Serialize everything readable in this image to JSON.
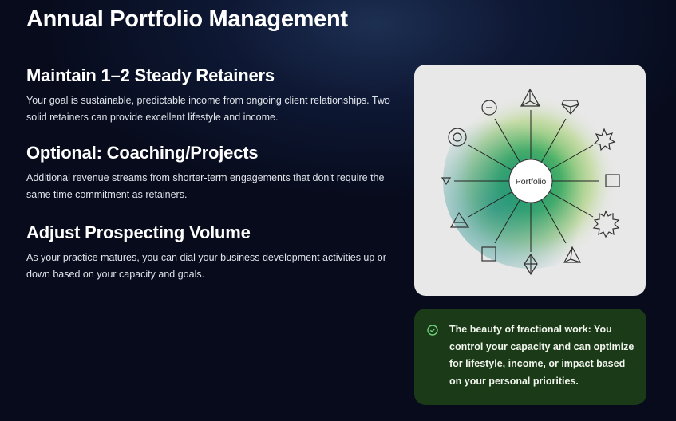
{
  "page_title": "Annual Portfolio Management",
  "sections": [
    {
      "title": "Maintain 1–2 Steady Retainers",
      "body": "Your goal is sustainable, predictable income from ongoing client relationships. Two solid retainers can provide excellent lifestyle and income."
    },
    {
      "title": "Optional: Coaching/Projects",
      "body": "Additional revenue streams from shorter-term engagements that don't require the same time commitment as retainers."
    },
    {
      "title": "Adjust Prospecting Volume",
      "body": "As your practice matures, you can dial your business development activities up or down based on your capacity and goals."
    }
  ],
  "diagram": {
    "center_label": "Portfolio"
  },
  "callout": {
    "icon": "check-circle-icon",
    "text": "The beauty of fractional work: You control your capacity and can optimize for lifestyle, income, or impact based on your personal priorities.",
    "accent": "#6fd17a"
  }
}
